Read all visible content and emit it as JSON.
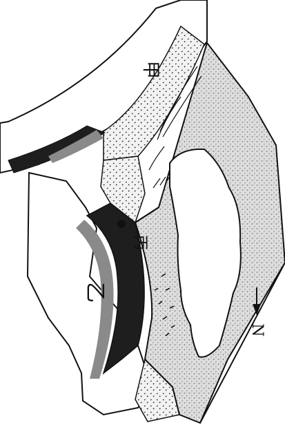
{
  "labels": {
    "region_top": "甲",
    "region_bottom": "乙",
    "point": "丙",
    "north": "N"
  },
  "colors": {
    "ink": "#111111",
    "plate": "#cfcfcf",
    "island": "#ffffff",
    "thick_band": "#1e1e1e",
    "grey_band": "#8a8a8a",
    "speckle": "#d9d9d9"
  },
  "icons": {
    "point_marker": "filled-circle",
    "north_arrow": "arrow-down"
  }
}
